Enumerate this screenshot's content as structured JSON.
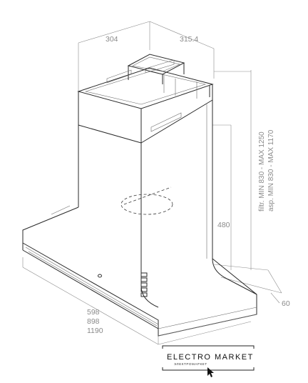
{
  "dimensions": {
    "depth": "304",
    "width_top": "315.4",
    "chimney_filtr": "filtr. MIN 830 - MAX 1250",
    "chimney_asp": "asp. MIN 830 - MAX 1170",
    "body_height": "480",
    "front_depth": "60",
    "widths": [
      "598",
      "898",
      "1190"
    ]
  },
  "logo": {
    "brand": "ELECTRO MARKET",
    "tagline": "ЭЛЕКТРОМАРКЕТ"
  }
}
